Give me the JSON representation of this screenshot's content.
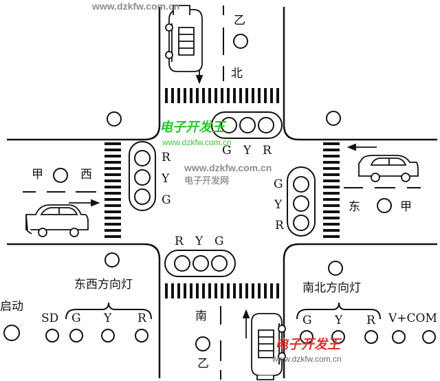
{
  "labels": {
    "north_b": "乙",
    "north": "北",
    "south": "南",
    "south_b": "乙",
    "west_a": "甲",
    "west": "西",
    "east": "东",
    "east_a": "甲"
  },
  "signal_letters": {
    "north_head": [
      "G",
      "Y",
      "R"
    ],
    "west_head": [
      "R",
      "Y",
      "G"
    ],
    "east_head": [
      "G",
      "Y",
      "R"
    ],
    "south_head": [
      "R",
      "Y",
      "G"
    ]
  },
  "panel": {
    "start_label": "启动",
    "ew_title": "东西方向灯",
    "ns_title": "南北方向灯",
    "sd_label": "SD",
    "ew_letters": [
      "G",
      "Y",
      "R"
    ],
    "ns_letters": [
      "G",
      "Y",
      "R"
    ],
    "com_label": "V+COM"
  },
  "watermarks": {
    "top_url": "www.dzkfw.com.cn",
    "center_url": "www.dzkfw.com.cn",
    "center_cn": "电子开发网",
    "logo_cn": "电子开发王",
    "logo_url": "www.dzkfw.com.cn",
    "bottom_logo_cn": "电子开发王",
    "bottom_url": "www.dzkfw.com.cn"
  },
  "colors": {
    "line": "#111111",
    "watermark_green": "#2ec42e",
    "watermark_red": "#e0302a"
  }
}
